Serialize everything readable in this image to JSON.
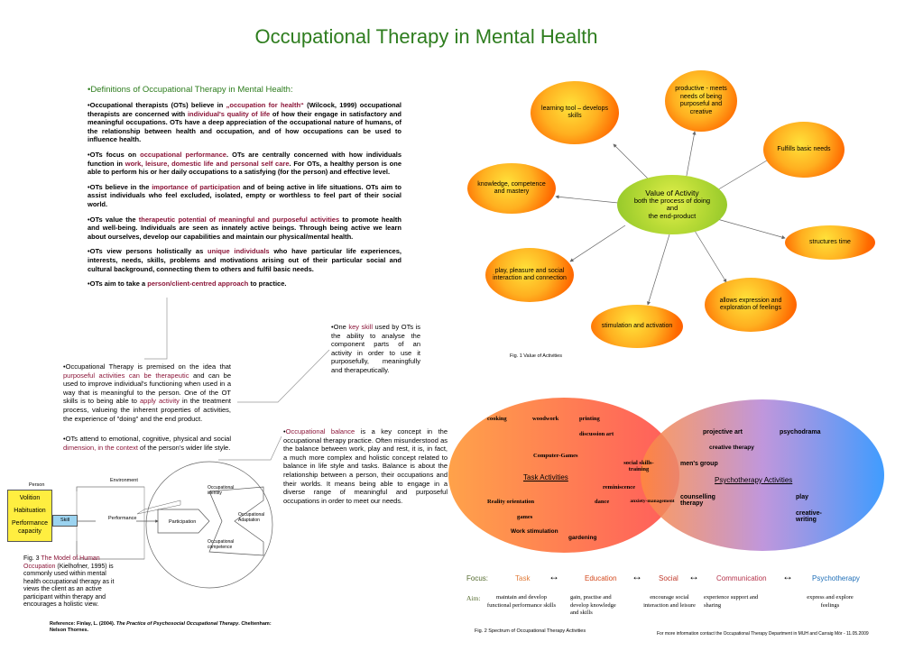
{
  "title": "Occupational Therapy in Mental Health",
  "definitions": {
    "heading": "•Definitions of Occupational Therapy in Mental Health:",
    "p1": [
      "•Occupational therapists (OTs) believe in ",
      "„occupation for health“",
      " (Wilcock, 1999) occupational therapists are concerned with ",
      "individual's quality of life",
      " of how their engage in satisfactory and meaningful occupations. OTs have a deep appreciation of the occupational nature of humans, of the relationship between health and occupation, and of how occupations can be used to influence health."
    ],
    "p2": [
      "•OTs focus on ",
      "occupational performance",
      ". OTs are centrally concerned with how individuals function in ",
      "work, leisure, domestic life and personal self care",
      ". For OTs, a healthy person is one able to perform his or her daily occupations to a satisfying (for the person) and effective level."
    ],
    "p3": [
      "•OTs believe in the ",
      "importance of participation",
      " and of being active in life situations. OTs aim to assist individuals who feel excluded, isolated, empty or worthless to feel part of their social world."
    ],
    "p4": [
      "•OTs value the ",
      "therapeutic potential of meaningful and purposeful activities",
      " to promote health and well-being. Individuals are seen as innately active beings. Through being active we learn about ourselves, develop our capabilities and maintain our physical/mental health."
    ],
    "p5": [
      "•OTs view persons holistically as ",
      "unique individuals",
      " who have particular life experiences, interests, needs, skills, problems and motivations arising out of their particular social and cultural background, connecting them to others and fulfil basic needs."
    ],
    "p6": [
      "•OTs aim to take a ",
      "person/client-centred approach",
      " to practice."
    ]
  },
  "key_skill": [
    "•One ",
    "key skill",
    " used by OTs is the ability to analyse the component parts of an activity in order to use it purposefully, meaningfully and therapeutically."
  ],
  "premise": [
    "•Occupational Therapy is premised on the idea that ",
    "purposeful activities can be therapeutic",
    " and can be used to improve individual's functioning when used in a way that is meaningful to the person. One of the OT skills is to being able to ",
    "apply activity",
    " in the treatment process, valueing the inherent properties of activities, the experience of \"doing\" and the end product."
  ],
  "emotional": [
    "•OTs attend to emotional, cognitive, physical and social ",
    "dimension, in the context",
    " of the person's wider life style."
  ],
  "balance": [
    "•",
    "Occupational balance",
    " is a key concept in the occupational therapy practice. Often misunderstood as the balance between work, play and rest, it is, in fact, a much more complex and holistic concept related to balance in life style and tasks. Balance is about the relationship between a person, their occupations and their worlds. It means being able to engage in a diverse range of meaningful and purposeful occupations in order to meet our needs."
  ],
  "value_map": {
    "center": [
      "Value of Activity",
      "both the process of doing",
      "and",
      "the end-product"
    ],
    "nodes": [
      "productive - meets needs of being purposeful and creative",
      "learning tool – develops skills",
      "Fulfills basic needs",
      "knowledge, competence and mastery",
      "structures time",
      "play, pleasure and social interaction and connection",
      "allows expression and exploration of feelings",
      "stimulation and activation"
    ],
    "caption": "Fig. 1 Value of Activities"
  },
  "spectrum": {
    "left_items": [
      "cooking",
      "woodwork",
      "printing",
      "discussion art",
      "Computer-Games",
      "social skills-training",
      "Task Activities",
      "reminiscence",
      "Reality orientation",
      "dance",
      "anxiety-management",
      "games",
      "Work stimulation",
      "gardening"
    ],
    "right_items": [
      "projective art",
      "psychodrama",
      "creative therapy",
      "men's group",
      "Psychotherapy Activities",
      "counselling therapy",
      "play",
      "creative-writing"
    ],
    "caption": "Fig. 2 Spectrum of Occupational Therapy Activities",
    "colors": {
      "left": "#ff6a3d",
      "right": "#4aa3ff"
    }
  },
  "focus": {
    "label": "Focus:",
    "items": [
      "Task",
      "Education",
      "Social",
      "Communication",
      "Psychotherapy"
    ],
    "arrow": "↔"
  },
  "aim": {
    "label": "Aim:",
    "items": [
      "maintain and develop functional performance skills",
      "gain, practise and develop knowledge and skills",
      "encourage social interaction and leisure",
      "experience support and sharing",
      "express and explore feelings"
    ]
  },
  "model": {
    "person_label": "Person",
    "environment_label": "Environment",
    "boxes": [
      "Volition",
      "Habituation",
      "Performance capacity"
    ],
    "skill": "Skill",
    "performance": "Performance",
    "participation": "Participation",
    "outcomes": [
      "Occupational identity",
      "Occupational Adaptation",
      "Occupational competence"
    ],
    "caption": [
      "Fig. 3 ",
      "The Model of Human Occupation",
      " (Kielhofner, 1995) is commonly used within mental health occupational therapy as it views the client as an active participant within therapy and encourages a holistic view."
    ]
  },
  "reference": [
    "Reference: Finlay, L. (2004). ",
    "The Practice of Psychosocial Occupational Therapy",
    ". Cheltenham: Nelson Thornes."
  ],
  "footer": "For more information contact the Occupational Therapy Department in MUH and Carraig Mór - 11.05.2009"
}
